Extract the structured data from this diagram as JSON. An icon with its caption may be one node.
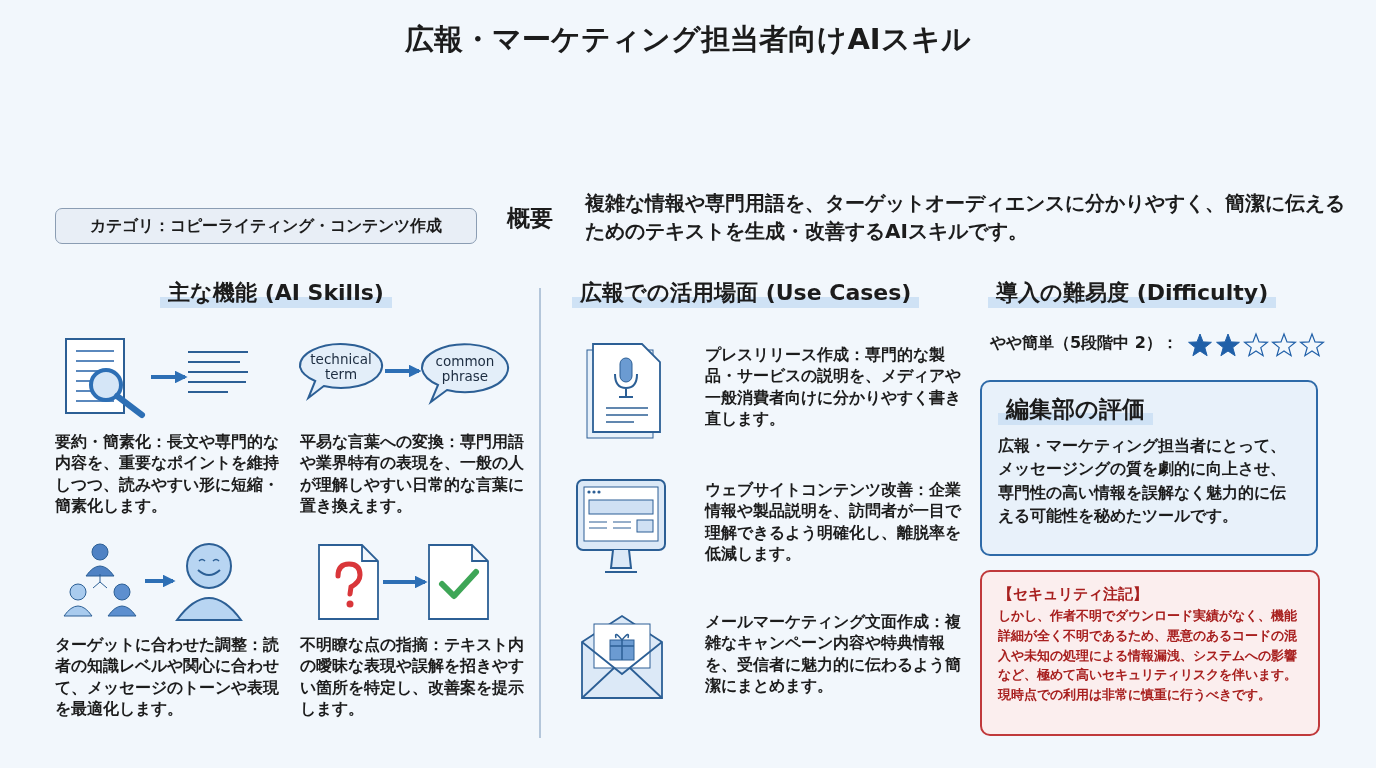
{
  "diagram": {
    "title": "広報・マーケティング担当者向けAIスキル",
    "nodes": [
      {
        "text": [
          "カテゴリ：コピーライティング・コンテンツ作成"
        ]
      },
      {
        "text": [],
        "shape": "picture"
      },
      {
        "text": [],
        "shape": "picture"
      },
      {
        "text": [
          "technical term"
        ]
      },
      {
        "text": [
          "common phrase"
        ]
      },
      {
        "text": [],
        "shape": "picture"
      },
      {
        "text": [],
        "shape": "picture"
      },
      {
        "text": [],
        "shape": "picture"
      },
      {
        "text": [],
        "shape": "picture"
      },
      {
        "text": [
          "編集部の評価",
          "広報・マーケティング担当者にとって、メッセージングの質を劇的に向上させ、専門性の高い情報を誤解なく魅力的に伝える可能性を秘めたツールです。"
        ]
      },
      {
        "text": [
          "【セキュリティ注記】",
          "しかし、作者不明でダウンロード実績がなく、機能詳細が全く不明であるため、悪意のあるコードの混入や未知の処理による情報漏洩、システムへの影響など、極めて高いセキュリティリスクを伴います。現時点での利用は非常に慎重に行うべきです。"
        ]
      }
    ],
    "edges": [
      {
        "from": 1,
        "to": 2,
        "arrow": "to"
      },
      {
        "from": 3,
        "to": 4,
        "arrow": "to"
      },
      {
        "from": 5,
        "to": 6,
        "arrow": "to"
      },
      {
        "from": 7,
        "to": 8,
        "arrow": "to"
      }
    ],
    "labels": [
      "概要",
      "複雑な情報や専門用語を、ターゲットオーディエンスに分かりやすく、簡潔に伝えるためのテキストを生成・改善するAIスキルです。",
      "主な機能 (AI Skills)",
      "広報での活用場面 (Use Cases)",
      "導入の難易度 (Difficulty)",
      "要約・簡素化：長文や専門的な内容を、重要なポイントを維持しつつ、読みやすい形に短縮・簡素化します。",
      "平易な言葉への変換：専門用語や業界特有の表現を、一般の人が理解しやすい日常的な言葉に置き換えます。",
      "ターゲットに合わせた調整：読者の知識レベルや関心に合わせて、メッセージのトーンや表現を最適化します。",
      "不明瞭な点の指摘：テキスト内の曖昧な表現や誤解を招きやすい箇所を特定し、改善案を提示します。",
      "プレスリリース作成：専門的な製品・サービスの説明を、メディアや一般消費者向けに分かりやすく書き直します。",
      "ウェブサイトコンテンツ改善：企業情報や製品説明を、訪問者が一目で理解できるよう明確化し、離脱率を低減します。",
      "メールマーケティング文面作成：複雑なキャンペーン内容や特典情報を、受信者に魅力的に伝わるよう簡潔にまとめます。",
      "やや簡単（5段階中 2）："
    ]
  }
}
